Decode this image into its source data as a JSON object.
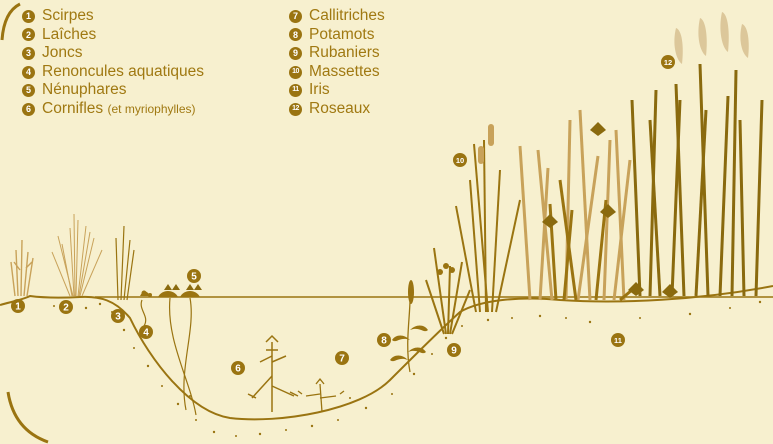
{
  "legend": [
    {
      "num": "1",
      "label": "Scirpes",
      "note": ""
    },
    {
      "num": "2",
      "label": "Laîches",
      "note": ""
    },
    {
      "num": "3",
      "label": "Joncs",
      "note": ""
    },
    {
      "num": "4",
      "label": "Renoncules aquatiques",
      "note": ""
    },
    {
      "num": "5",
      "label": "Nénuphares",
      "note": ""
    },
    {
      "num": "6",
      "label": "Cornifles",
      "note": "(et myriophylles)"
    },
    {
      "num": "7",
      "label": "Callitriches",
      "note": ""
    },
    {
      "num": "8",
      "label": "Potamots",
      "note": ""
    },
    {
      "num": "9",
      "label": "Rubaniers",
      "note": ""
    },
    {
      "num": "10",
      "label": "Massettes",
      "note": ""
    },
    {
      "num": "11",
      "label": "Iris",
      "note": ""
    },
    {
      "num": "12",
      "label": "Roseaux",
      "note": ""
    }
  ],
  "colors": {
    "background": "#f7f0cf",
    "accent": "#9a7411",
    "dark": "#8a6a0e",
    "light": "#c8a25a",
    "pale": "#dcc79a"
  }
}
